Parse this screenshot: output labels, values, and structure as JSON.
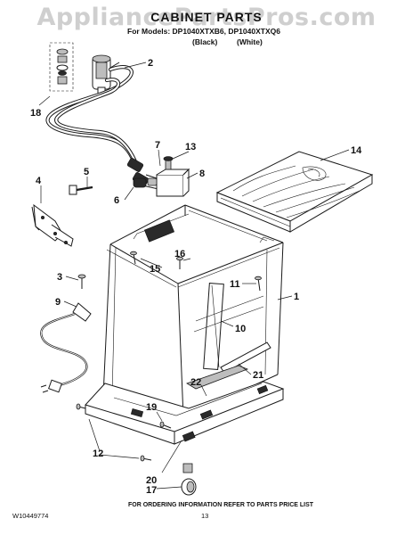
{
  "watermark": "AppliancePartsPros.com",
  "header": {
    "title": "CABINET PARTS",
    "models_line": "For Models: DP1040XTXB6, DP1040XTXQ6",
    "colors": [
      "(Black)",
      "(White)"
    ]
  },
  "callouts": [
    "2",
    "18",
    "7",
    "13",
    "8",
    "14",
    "5",
    "6",
    "4",
    "16",
    "15",
    "11",
    "1",
    "3",
    "9",
    "10",
    "21",
    "22",
    "19",
    "12",
    "20",
    "17"
  ],
  "footer": {
    "doc_number": "W10449774",
    "page_number": "13",
    "ordering_note": "FOR ORDERING INFORMATION REFER TO PARTS PRICE LIST"
  }
}
